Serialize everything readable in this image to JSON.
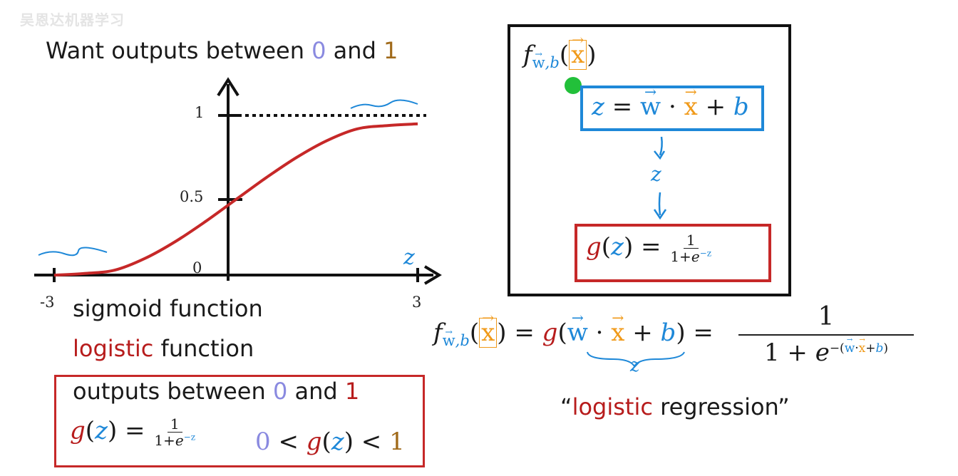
{
  "watermark": "吴恩达机器学习",
  "title": {
    "prefix": "Want outputs between ",
    "zero": "0",
    "mid": " and ",
    "one": "1"
  },
  "chart_data": {
    "type": "line",
    "title": "",
    "xlabel": "z",
    "ylabel": "",
    "xlim": [
      -3,
      3
    ],
    "ylim": [
      0,
      1
    ],
    "x_ticks": [
      "-3",
      "3"
    ],
    "y_ticks": [
      "1",
      "0.5",
      "0"
    ],
    "series": [
      {
        "color": "#c62828",
        "x": [
          -3.0,
          -2.5,
          -2.0,
          -1.5,
          -1.0,
          -0.5,
          0.0,
          0.5,
          1.0,
          1.5,
          2.0,
          2.5,
          3.0
        ],
        "y": [
          0.05,
          0.06,
          0.08,
          0.15,
          0.25,
          0.37,
          0.5,
          0.63,
          0.75,
          0.85,
          0.92,
          0.94,
          0.95
        ]
      }
    ]
  },
  "left_labels": {
    "sigmoid": "sigmoid function",
    "logistic_word": "logistic",
    "function_word": " function",
    "outputs_prefix": "outputs between ",
    "outputs_zero": "0",
    "outputs_and": " and ",
    "outputs_one": "1"
  },
  "colors": {
    "blue": "#1e88d8",
    "red": "#b71c1c",
    "orange": "#f09a1a",
    "green": "#22c03a"
  },
  "right_box": {
    "z_label": "z"
  },
  "regression": {
    "open_quote": "“",
    "logistic_word": "logistic",
    "rest": " regression”"
  }
}
